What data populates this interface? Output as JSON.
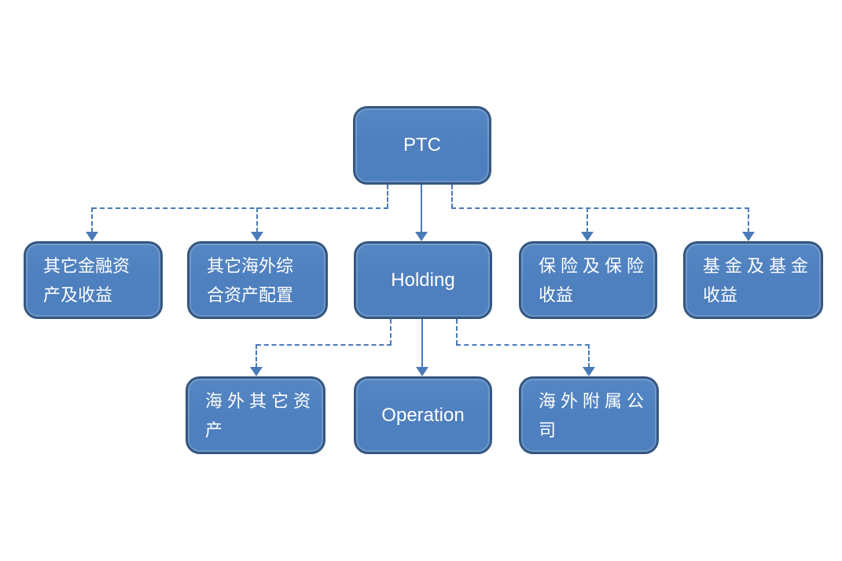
{
  "diagram": {
    "type": "org-chart",
    "colors": {
      "background": "#ffffff",
      "node_fill": "#4E7FBE",
      "node_fill_top": "#5587C4",
      "node_border": "#355780",
      "connector": "#4A7BB8",
      "text": "#ffffff"
    },
    "nodes": {
      "ptc": {
        "label": "PTC"
      },
      "other_financial_assets": {
        "full": "其它金融资产及收益",
        "line1": "其它金融资",
        "line2": "产及收益"
      },
      "other_overseas_allocation": {
        "full": "其它海外综合资产配置",
        "line1": "其它海外综",
        "line2": "合资产配置"
      },
      "holding": {
        "label": "Holding"
      },
      "insurance_income": {
        "full": "保险及保险收益",
        "line1": "保险及保险",
        "line2": "收益"
      },
      "fund_income": {
        "full": "基金及基金收益",
        "line1": "基金及基金",
        "line2": "收益"
      },
      "overseas_other_assets": {
        "full": "海外其它资产",
        "line1": "海外其它资",
        "line2": "产"
      },
      "operation": {
        "label": "Operation"
      },
      "overseas_subsidiaries": {
        "full": "海外附属公司",
        "line1": "海外附属公",
        "line2": "司"
      }
    },
    "edges": [
      {
        "from": "ptc",
        "to": "other_financial_assets",
        "style": "dashed"
      },
      {
        "from": "ptc",
        "to": "other_overseas_allocation",
        "style": "dashed"
      },
      {
        "from": "ptc",
        "to": "holding",
        "style": "solid"
      },
      {
        "from": "ptc",
        "to": "insurance_income",
        "style": "dashed"
      },
      {
        "from": "ptc",
        "to": "fund_income",
        "style": "dashed"
      },
      {
        "from": "holding",
        "to": "overseas_other_assets",
        "style": "dashed"
      },
      {
        "from": "holding",
        "to": "operation",
        "style": "solid"
      },
      {
        "from": "holding",
        "to": "overseas_subsidiaries",
        "style": "dashed"
      }
    ]
  }
}
